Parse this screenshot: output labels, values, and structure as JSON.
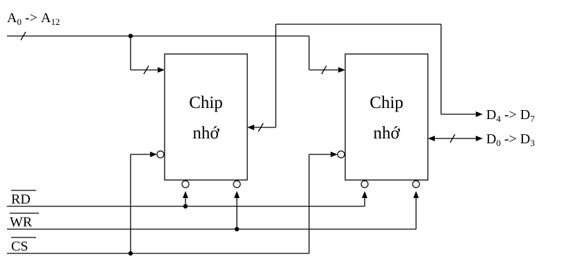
{
  "signals": {
    "address": {
      "base": "A",
      "from_sub": "0",
      "arrow": "->",
      "to_sub": "12"
    },
    "data_high": {
      "base": "D",
      "from_sub": "4",
      "arrow": "->",
      "to_sub": "7"
    },
    "data_low": {
      "base": "D",
      "from_sub": "0",
      "arrow": "->",
      "to_sub": "3"
    },
    "rd": "RD",
    "wr": "WR",
    "cs": "CS"
  },
  "chips": [
    {
      "line1": "Chip",
      "line2": "nhớ"
    },
    {
      "line1": "Chip",
      "line2": "nhớ"
    }
  ]
}
